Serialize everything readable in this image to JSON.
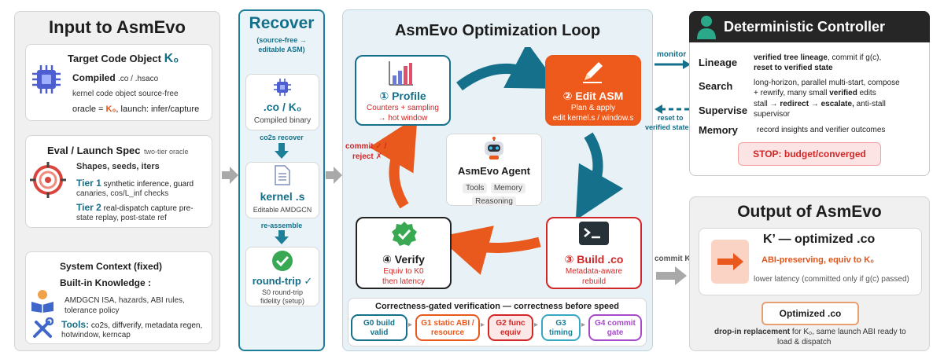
{
  "input": {
    "title": "Input to AsmEvo",
    "target": {
      "title": "Target Code Object",
      "k0": "K₀",
      "compiled_label": "Compiled",
      "compiled_ext": ".co / .hsaco",
      "desc": "kernel code object source-free",
      "oracle_label": "oracle =",
      "oracle_k0": "K₀",
      "oracle_rest": ", launch: infer/capture"
    },
    "eval": {
      "title": "Eval / Launch Spec",
      "subtitle": "two-tier oracle",
      "shapes": "Shapes, seeds, iters",
      "tier1_label": "Tier 1",
      "tier1_text_a": "synthetic inference,  guard",
      "tier1_text_b": "canaries, cos/L_inf checks",
      "tier2_label": "Tier 2",
      "tier2_text_a": "real-dispatch capture pre-",
      "tier2_text_b": "state replay, post-state ref"
    },
    "system": {
      "title": "System Context (fixed)",
      "knowledge_label": "Built-in Knowledge :",
      "knowledge_a": "AMDGCN ISA, hazards, ABI rules,",
      "knowledge_b": "tolerance policy",
      "tools_label": "Tools:",
      "tools_a": " co2s, diffverify, metadata regen,",
      "tools_b": "hotwindow, kerncap"
    }
  },
  "recover": {
    "title": "Recover",
    "subtitle_a": "(source-free →",
    "subtitle_b": "editable ASM)",
    "co_title": ".co / K₀",
    "co_sub": "Compiled binary",
    "step1": "co2s recover",
    "kernel_title": "kernel .s",
    "kernel_sub": "Editable AMDGCN",
    "step2": "re-assemble",
    "rt_title": "round-trip ✓",
    "rt_sub_a": "S0 round-trip",
    "rt_sub_b": "fidelity (setup)"
  },
  "loop": {
    "title": "AsmEvo Optimization Loop",
    "profile": {
      "title": "① Profile",
      "sub_a": "Counters + sampling",
      "sub_b": "→ hot window"
    },
    "edit": {
      "title": "② Edit ASM",
      "sub_a": "Plan & apply",
      "sub_b": "edit kernel.s / window.s"
    },
    "build": {
      "title": "③ Build .co",
      "sub_a": "Metadata-aware",
      "sub_b": "rebuild"
    },
    "verify": {
      "title": "④ Verify",
      "sub_a": "Equiv to K0",
      "sub_b": "then latency"
    },
    "commit_a": "commit ✓ /",
    "commit_b": "reject ✗",
    "agent": {
      "title": "AsmEvo Agent",
      "tools": "Tools",
      "memory": "Memory",
      "reasoning": "Reasoning"
    },
    "gates_title": "Correctness-gated verification — correctness before speed",
    "gates": [
      {
        "a": "G0 build",
        "b": "valid"
      },
      {
        "a": "G1 static ABI /",
        "b": "resource"
      },
      {
        "a": "G2 func",
        "b": "equiv"
      },
      {
        "a": "G3",
        "b": "timing"
      },
      {
        "a": "G4 commit",
        "b": "gate"
      }
    ]
  },
  "controller": {
    "title": "Deterministic Controller",
    "monitor": "monitor",
    "reset_a": "reset to",
    "reset_b": "verified state",
    "lineage_label": "Lineage",
    "lineage_a_bold": "verified tree lineage",
    "lineage_a_rest": ", commit if g(c),",
    "lineage_b": "reset to verified state",
    "search_label": "Search",
    "search_a": "long-horizon,  parallel multi-start, compose",
    "search_b_pre": "+ rewrify, many small ",
    "search_b_bold": "verified",
    "search_b_post": " edits",
    "supervise_label": "Supervise",
    "supervise_a_pre": "stall → ",
    "supervise_a_b1": "redirect",
    "supervise_a_mid": " → ",
    "supervise_a_b2": "escalate,",
    "supervise_a_post": " anti-stall",
    "supervise_b": "supervisor",
    "memory_label": "Memory",
    "memory_text": "record insights and verifier outcomes",
    "stop": "STOP: budget/converged"
  },
  "output": {
    "title": "Output of AsmEvo",
    "commit_label": "commit K’",
    "k_title": "K’ — optimized .co",
    "abi_a": "ABI-preserving,  equiv to K₀",
    "latency": "lower latency (committed only if g(c) passed)",
    "optimized_btn": "Optimized .co",
    "dropin_bold": "drop-in replacement",
    "dropin_rest_a": " for K₀, same launch ABI ready to",
    "dropin_rest_b": "load & dispatch"
  },
  "colors": {
    "teal": "#14708a",
    "orange": "#e9581d",
    "red": "#d32626",
    "green": "#2f9a44",
    "dark": "#222222"
  }
}
